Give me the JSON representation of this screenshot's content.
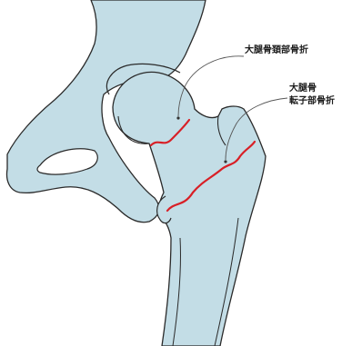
{
  "labels": {
    "femoral_neck_fracture": "大腿骨頚部骨折",
    "trochanteric_fracture_line1": "大腿骨",
    "trochanteric_fracture_line2": "転子部骨折"
  },
  "colors": {
    "bone_fill": "#c3dde6",
    "bone_outline": "#2a2a2a",
    "fracture_line": "#d81f26",
    "leader_line": "#555555"
  }
}
